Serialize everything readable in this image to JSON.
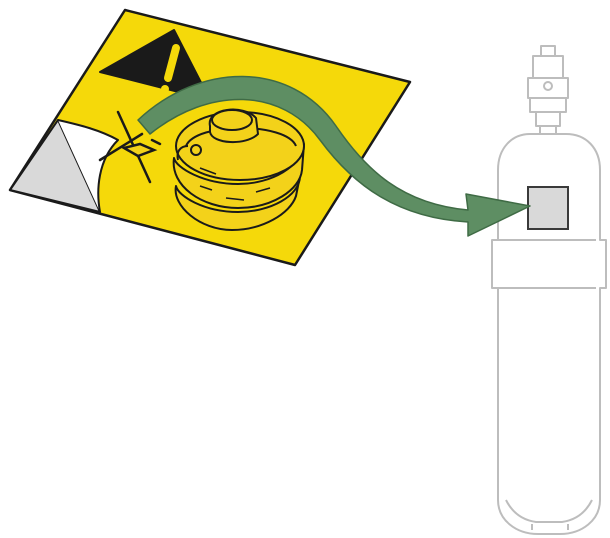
{
  "diagram": {
    "description_items": [
      "warning-label",
      "peel-off-backing",
      "regulator-illustration",
      "placement-arrow",
      "gas-cylinder",
      "label-target-area"
    ]
  },
  "colors": {
    "label_yellow": "#F5D90A",
    "regulator_yellow": "#F3D21A",
    "outline_black": "#1a1a1a",
    "backing_gray": "#D9D9D9",
    "arrow_green": "#5E8E63",
    "arrow_green_dark": "#3F6B45",
    "cylinder_outline": "#BDBDBD",
    "target_fill": "#D9D9D9",
    "target_outline": "#3a3a3a"
  },
  "icons": {
    "warning": "warning-triangle-icon",
    "prohibited": "prohibited-cross-icon",
    "arrow": "curved-arrow-icon"
  }
}
